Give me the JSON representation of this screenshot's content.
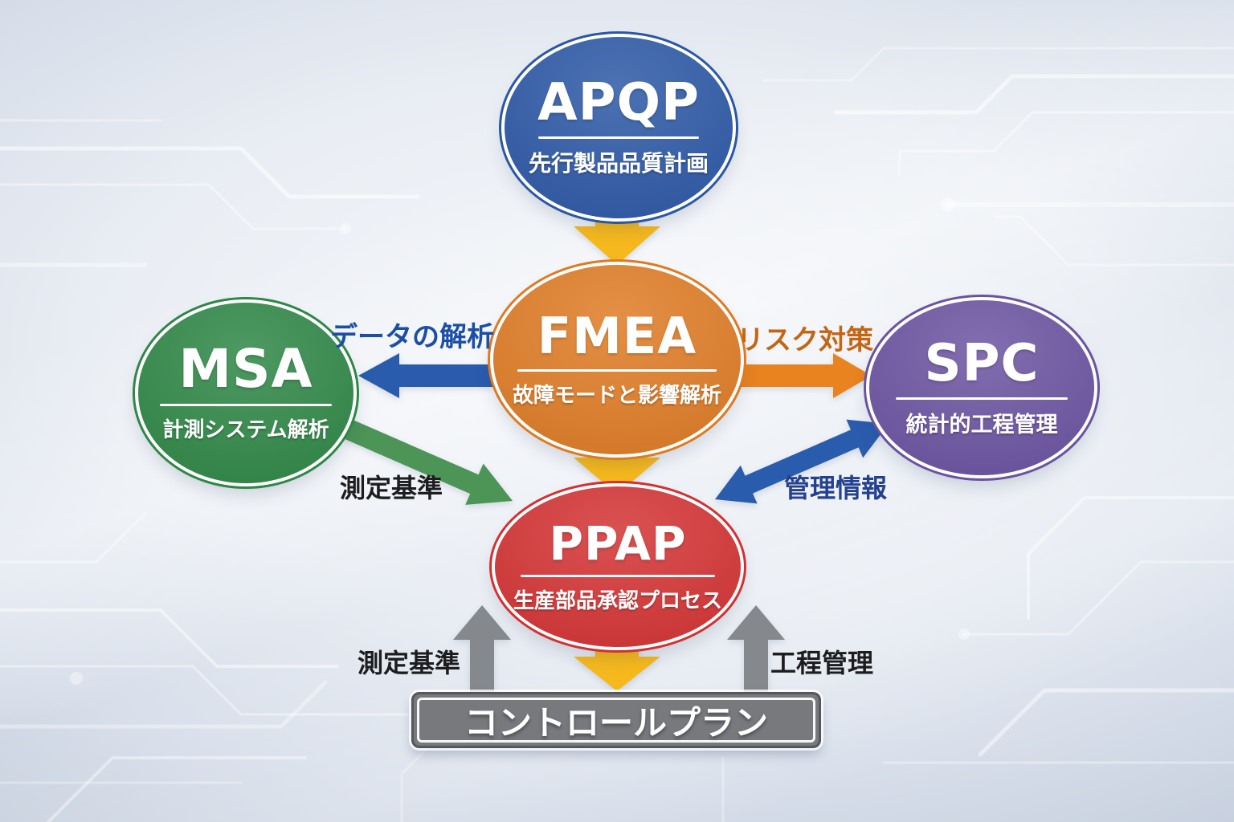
{
  "diagram": {
    "nodes": {
      "apqp": {
        "title": "APQP",
        "subtitle": "先行製品品質計画",
        "color": "#2a57a5"
      },
      "fmea": {
        "title": "FMEA",
        "subtitle": "故障モードと影響解析",
        "color": "#de7a22"
      },
      "msa": {
        "title": "MSA",
        "subtitle": "計測システム解析",
        "color": "#2e8746"
      },
      "spc": {
        "title": "SPC",
        "subtitle": "統計的工程管理",
        "color": "#6a52a0"
      },
      "ppap": {
        "title": "PPAP",
        "subtitle": "生産部品承認プロセス",
        "color": "#d33031"
      }
    },
    "control_plan": {
      "label": "コントロールプラン",
      "color": "#77797d"
    },
    "edge_labels": {
      "fmea_to_msa": "データの解析",
      "fmea_to_spc": "リスク対策",
      "msa_to_ppap": "測定基準",
      "spc_to_ppap": "管理情報",
      "controlplan_left": "測定基準",
      "controlplan_right": "工程管理"
    },
    "edge_label_colors": {
      "fmea_to_msa": "#1b4fa5",
      "fmea_to_spc": "#c36614",
      "msa_to_ppap": "#1d1d1f",
      "spc_to_ppap": "#23418f",
      "controlplan_left": "#1d1d1f",
      "controlplan_right": "#1d1d1f"
    },
    "arrow_colors": {
      "vertical_flow": "#f6b91d",
      "fmea_to_msa": "#2a5cae",
      "fmea_to_spc": "#e8831f",
      "msa_to_ppap": "#4d9457",
      "spc_to_ppap": "#2a5cae",
      "controlplan_arrows": "#85888c"
    },
    "background_color": "#e6ebf2"
  }
}
